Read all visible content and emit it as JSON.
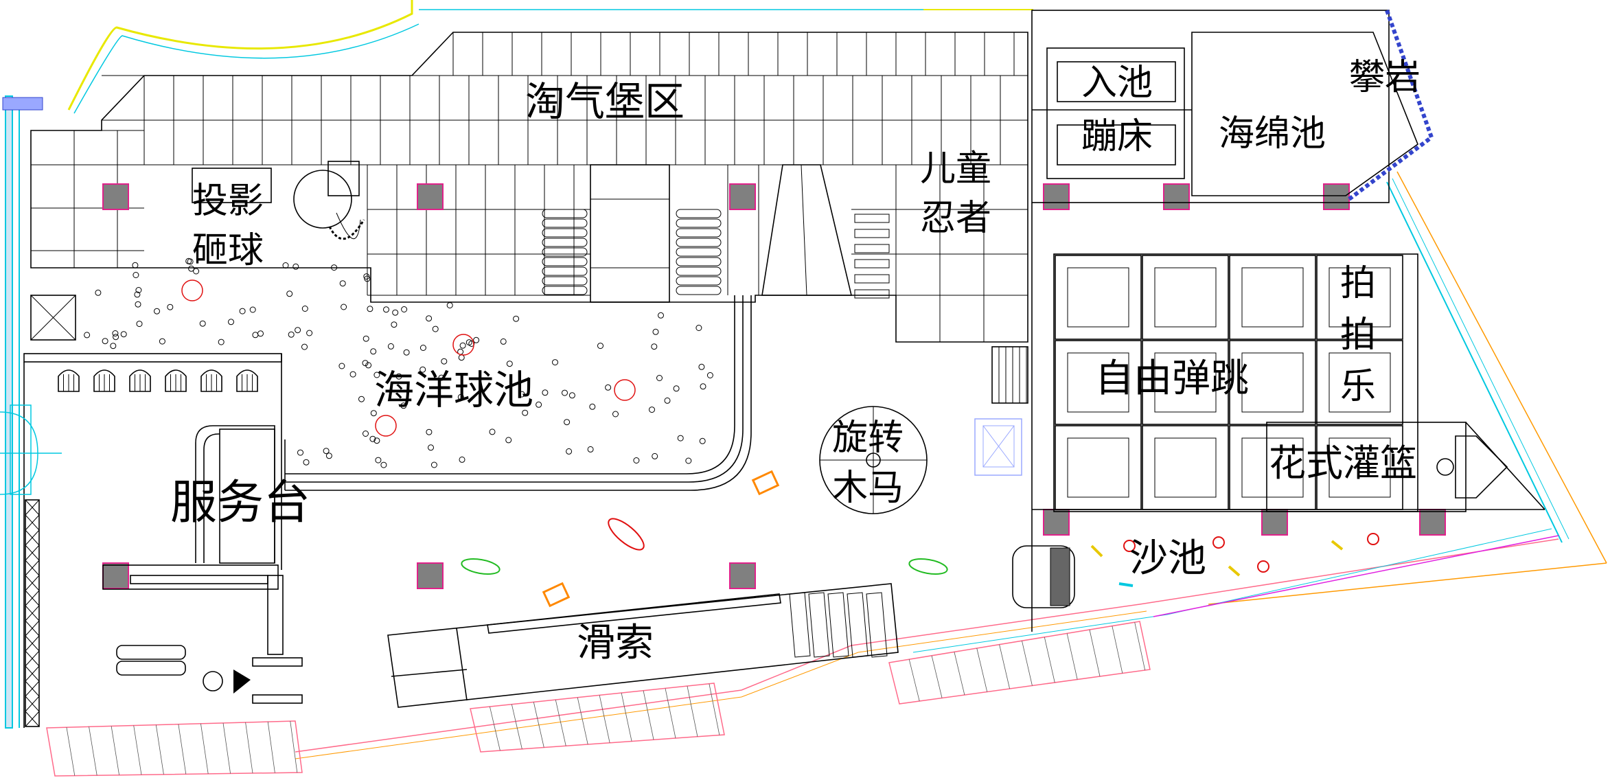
{
  "zones": {
    "taoqibao": "淘气堡区",
    "touying_1": "投影",
    "touying_2": "砸球",
    "ertong_1": "儿童",
    "ertong_2": "忍者",
    "ruchi": "入池",
    "bengchuang": "蹦床",
    "haimianchi": "海绵池",
    "panyan": "攀岩",
    "pai_1": "拍",
    "pai_2": "拍",
    "pai_3": "乐",
    "ziyou": "自由弹跳",
    "haiyang": "海洋球池",
    "xuanzhuan_1": "旋转",
    "xuanzhuan_2": "木马",
    "huashi": "花式灌篮",
    "fuwutai": "服务台",
    "shachi": "沙池",
    "huasuo": "滑索"
  },
  "colors": {
    "line": "#000000",
    "column_fill": "#808080",
    "column_border": "#e0218a",
    "ball_red": "#e01010",
    "green_toy": "#22bb22",
    "orange_toy": "#ff8800",
    "cyan_wall": "#00c8e0",
    "yellow_wall": "#e8e800",
    "pink_edge": "#ff6a8a",
    "orange_edge": "#ff9900",
    "blue_glass": "#9aa8ff",
    "magenta": "#e020e0"
  }
}
